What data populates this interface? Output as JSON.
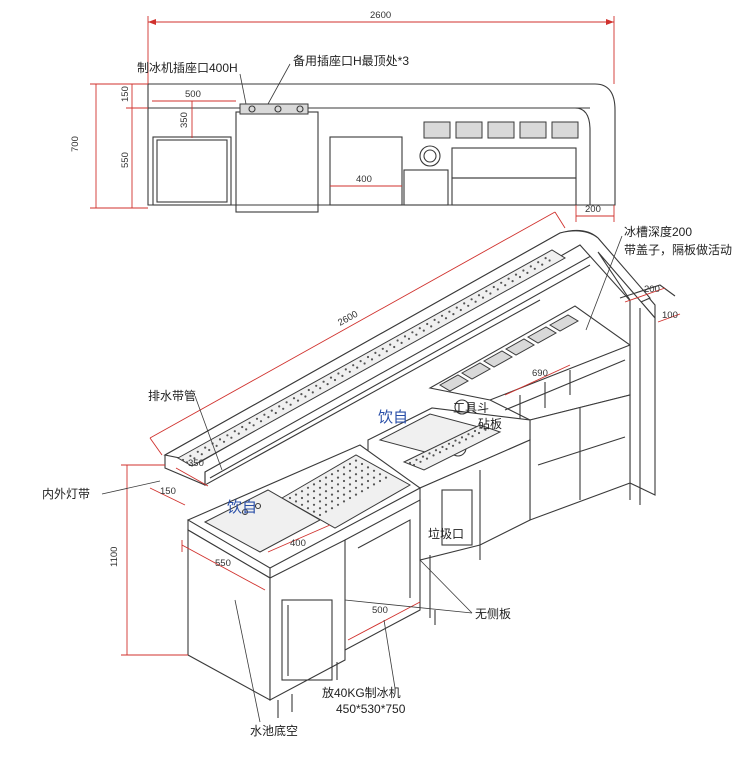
{
  "top_view": {
    "overall_width": "2600",
    "height_total": "700",
    "height_upper": "150",
    "height_lower": "550",
    "ice_socket_note": "制冰机插座口400H",
    "spare_socket_note": "备用插座口H最顶处*3",
    "dim_500": "500",
    "dim_350": "350",
    "dim_400": "400",
    "dim_200": "200"
  },
  "iso_view": {
    "dim_2600": "2600",
    "ice_tank_note_1": "冰槽深度200",
    "ice_tank_note_2": "带盖子，隔板做活动",
    "dim_200": "200",
    "dim_100": "100",
    "dim_690": "690",
    "drain_pipe": "排水带管",
    "tool_hopper": "工具斗",
    "cutting_board": "砧板",
    "light_strip": "内外灯带",
    "dim_350": "350",
    "dim_150": "150",
    "dim_1100": "1100",
    "self_drink_1": "饮自",
    "self_drink_2": "饮自",
    "trash_port": "垃圾口",
    "dim_400": "400",
    "dim_550": "550",
    "dim_500": "500",
    "no_side_panel": "无侧板",
    "ice_machine_1": "放40KG制冰机",
    "ice_machine_2": "450*530*750",
    "sink_bottom": "水池底空"
  }
}
